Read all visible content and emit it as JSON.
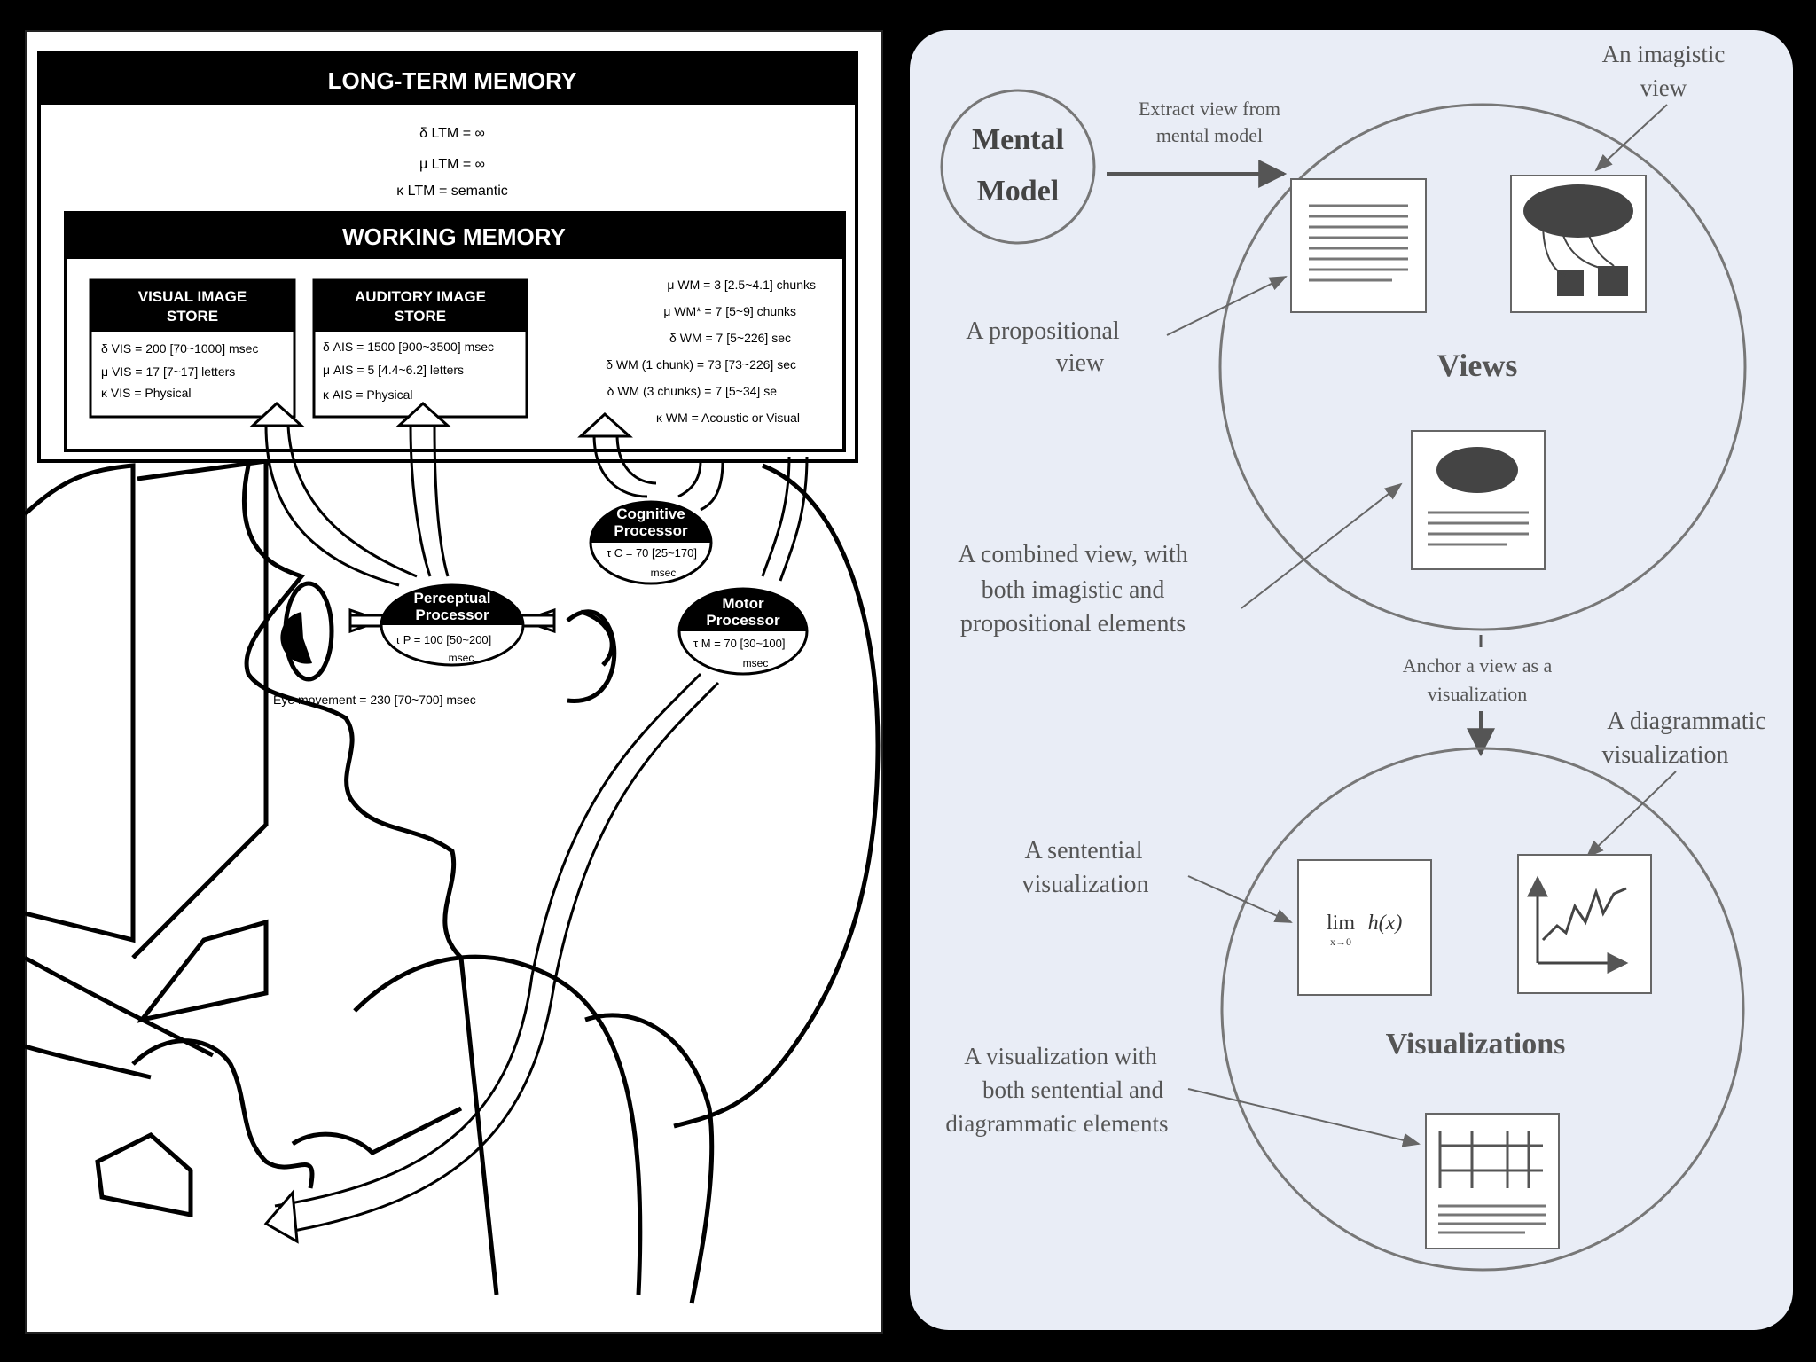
{
  "left": {
    "ltm_title": "LONG-TERM MEMORY",
    "ltm_params": [
      "δ LTM = ∞",
      "μ LTM = ∞",
      "κ LTM = semantic"
    ],
    "wm_title": "WORKING MEMORY",
    "vis_title_1": "VISUAL IMAGE",
    "vis_title_2": "STORE",
    "vis_params": [
      "δ VIS = 200 [70~1000]  msec",
      "μ VIS = 17  [7~17]  letters",
      "κ VIS =  Physical"
    ],
    "aud_title_1": "AUDITORY IMAGE",
    "aud_title_2": "STORE",
    "aud_params": [
      "δ AIS = 1500  [900~3500]  msec",
      "μ AIS =  5  [4.4~6.2]  letters",
      "κ AIS =  Physical"
    ],
    "wm_params": [
      "μ WM =   3  [2.5~4.1]  chunks",
      "μ WM* =   7  [5~9]  chunks",
      "δ WM =   7  [5~226]  sec",
      "δ WM (1 chunk) =  73  [73~226]  sec",
      "δ WM (3 chunks) =   7  [5~34]  se",
      "κ WM =  Acoustic or Visual"
    ],
    "cognitive_1": "Cognitive",
    "cognitive_2": "Processor",
    "cognitive_time": "τ C =  70  [25~170]",
    "cognitive_unit": "msec",
    "perceptual_1": "Perceptual",
    "perceptual_2": "Processor",
    "perceptual_time": "τ P = 100 [50~200]",
    "perceptual_unit": "msec",
    "motor_1": "Motor",
    "motor_2": "Processor",
    "motor_time": "τ M =  70  [30~100]",
    "motor_unit": "msec",
    "eye_movement": "Eye movement =  230  [70~700]  msec"
  },
  "right": {
    "mental_1": "Mental",
    "mental_2": "Model",
    "extract_1": "Extract view from",
    "extract_2": "mental model",
    "imagistic_1": "An imagistic",
    "imagistic_2": "view",
    "propositional_1": "A propositional",
    "propositional_2": "view",
    "views": "Views",
    "combined_1": "A combined view, with",
    "combined_2": "both imagistic and",
    "combined_3": "propositional elements",
    "anchor_1": "Anchor a view as a",
    "anchor_2": "visualization",
    "diagrammatic_1": "A diagrammatic",
    "diagrammatic_2": "visualization",
    "sentential_1": "A sentential",
    "sentential_2": "visualization",
    "formula_lim": "lim",
    "formula_sub": "x→0",
    "formula_fn": "h(x)",
    "visualizations": "Visualizations",
    "both_1": "A visualization with",
    "both_2": "both sentential and",
    "both_3": "diagrammatic elements"
  }
}
